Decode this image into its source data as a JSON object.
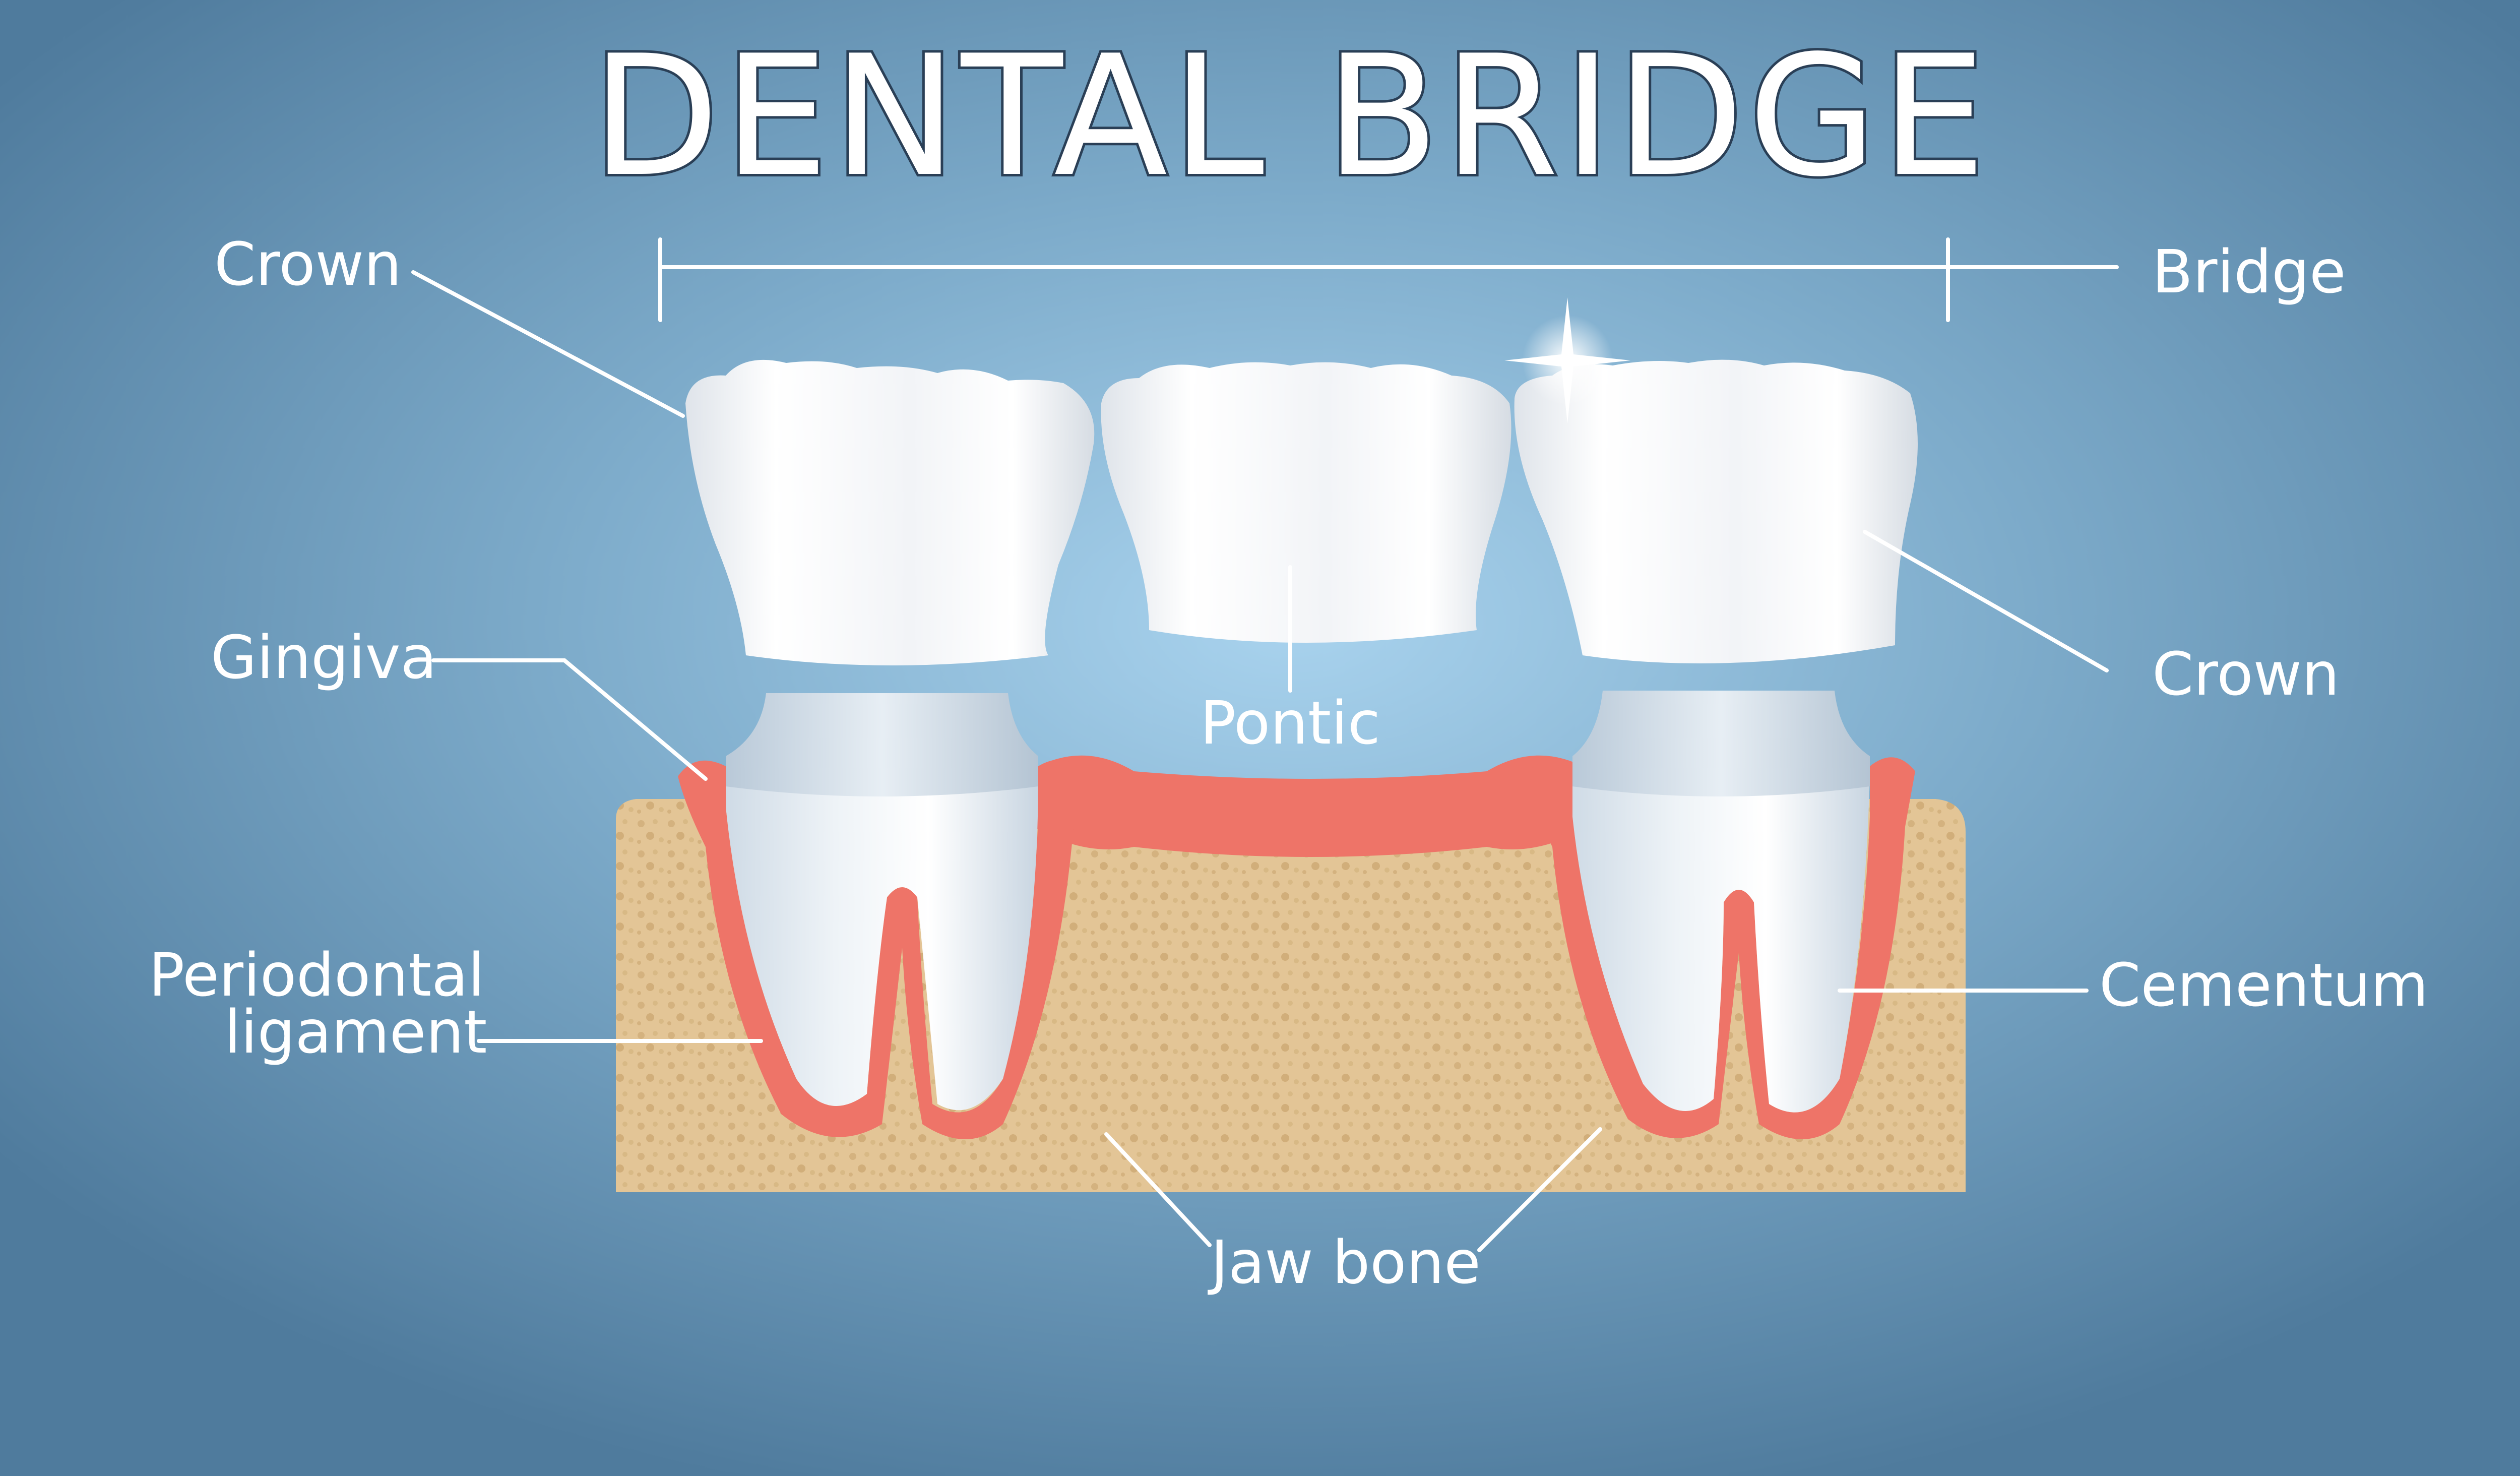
{
  "title": "DENTAL BRIDGE",
  "labels": {
    "crown_left": "Crown",
    "bridge": "Bridge",
    "crown_right": "Crown",
    "gingiva": "Gingiva",
    "pontic": "Pontic",
    "periodontal_line1": "Periodontal",
    "periodontal_line2": "ligament",
    "cementum": "Cementum",
    "jaw_bone": "Jaw bone"
  },
  "colors": {
    "background": "#5a86a8",
    "background_glow": "#a9d3ee",
    "tooth": "#f4f6f8",
    "gum": "#ee7468",
    "bone": "#e3c596",
    "label_text": "#ffffff"
  }
}
